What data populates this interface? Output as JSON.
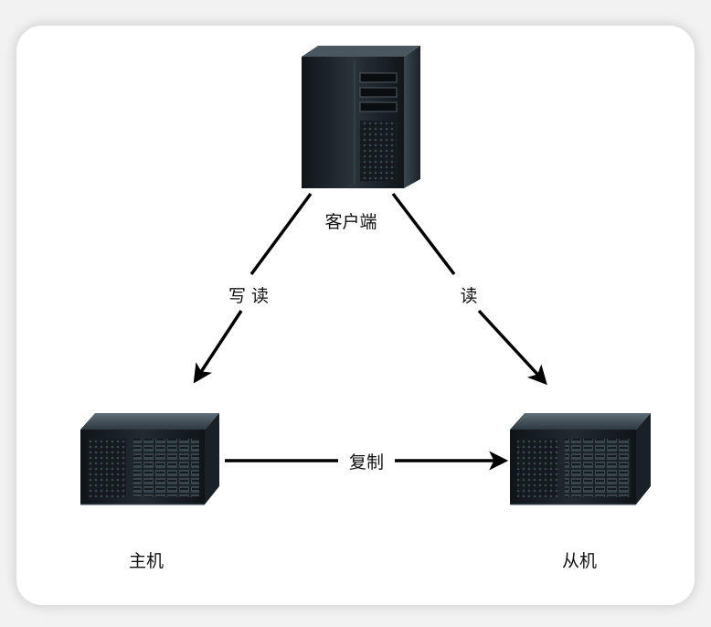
{
  "nodes": {
    "client": {
      "label": "客户端",
      "icon": "tower-server-icon"
    },
    "master": {
      "label": "主机",
      "icon": "rack-server-icon"
    },
    "slave": {
      "label": "从机",
      "icon": "rack-server-icon"
    }
  },
  "edges": {
    "client_to_master": {
      "label": "写 读"
    },
    "client_to_slave": {
      "label": "读"
    },
    "master_to_slave": {
      "label": "复制"
    }
  },
  "colors": {
    "server_body": "#1a2228",
    "server_highlight": "#6d7f8c",
    "arrow": "#000000",
    "card_bg": "#ffffff"
  }
}
